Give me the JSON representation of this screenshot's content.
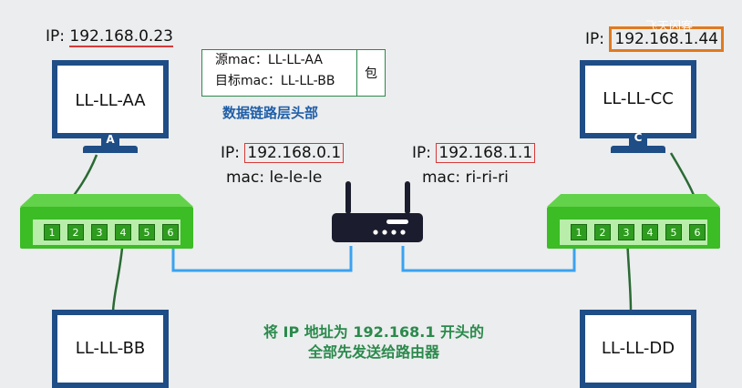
{
  "hosts": {
    "aa": {
      "ip_label": "IP:",
      "ip": "192.168.0.23",
      "name": "LL-LL-AA",
      "badge": "A"
    },
    "cc": {
      "ip_label": "IP:",
      "ip": "192.168.1.44",
      "name": "LL-LL-CC",
      "badge": "C"
    },
    "bb": {
      "name": "LL-LL-BB"
    },
    "dd": {
      "name": "LL-LL-DD"
    }
  },
  "header_box": {
    "src_label": "源mac：",
    "src_value": "LL-LL-AA",
    "dst_label": "目标mac：",
    "dst_value": "LL-LL-BB",
    "packet": "包"
  },
  "header_caption": "数据链路层头部",
  "router": {
    "left": {
      "ip_label": "IP:",
      "ip": "192.168.0.1",
      "mac_label": "mac:",
      "mac": "le-le-le"
    },
    "right": {
      "ip_label": "IP:",
      "ip": "192.168.1.1",
      "mac_label": "mac:",
      "mac": "ri-ri-ri"
    }
  },
  "switch_ports": [
    "1",
    "2",
    "3",
    "4",
    "5",
    "6"
  ],
  "bottom_caption": {
    "line1": "将 IP 地址为 192.168.1 开头的",
    "line2": "全部先发送给路由器"
  },
  "watermark": "飞天闪客",
  "colors": {
    "monitor": "#1f4d86",
    "switch": "#3cbc25",
    "cable_green": "#2a6a34",
    "cable_blue": "#3aa2f0",
    "red_box": "#d63a3a",
    "orange_box": "#e07a1f"
  }
}
